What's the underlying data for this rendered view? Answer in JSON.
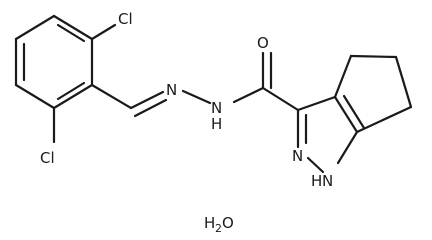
{
  "structure": {
    "atoms": {
      "cl_top": "Cl",
      "cl_bottom": "Cl",
      "n_imine": "N",
      "n_amide_h": "N",
      "h_amide": "H",
      "o_carbonyl": "O",
      "n_pyrazole_2": "N",
      "n_pyrazole_1h": "N",
      "h_pyrazole": "H"
    },
    "hydrate": {
      "h": "H",
      "sub": "2",
      "o": "O"
    }
  }
}
